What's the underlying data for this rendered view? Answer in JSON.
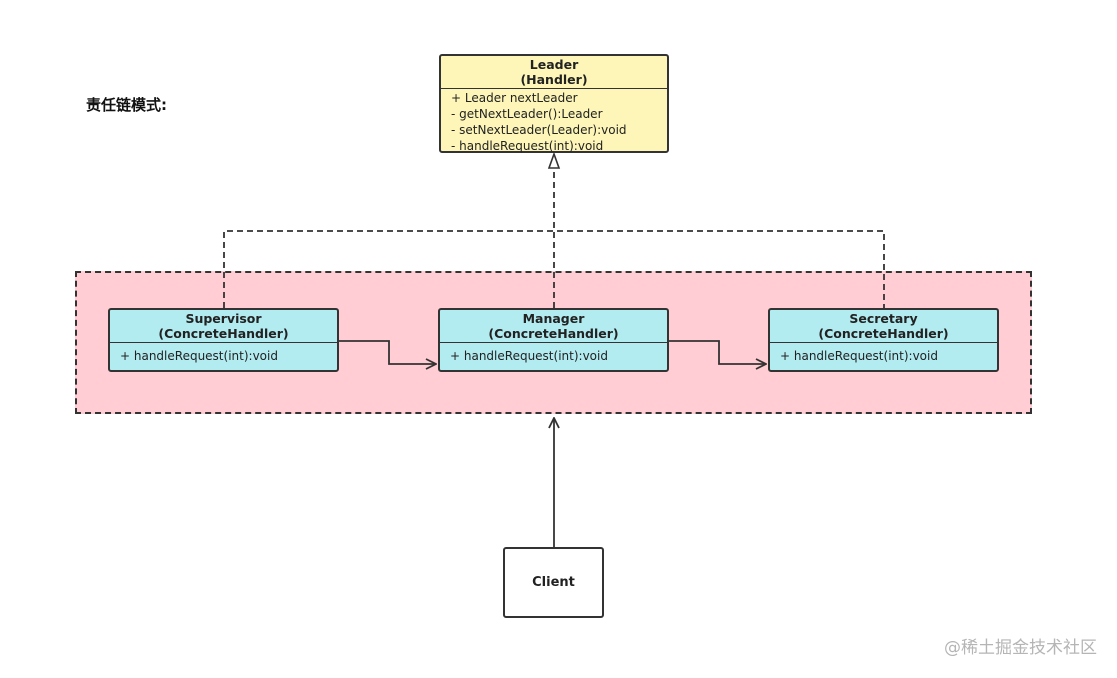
{
  "title": "责任链模式:",
  "leader": {
    "name": "Leader",
    "stereotype": "(Handler)",
    "members": [
      "+ Leader nextLeader",
      "- getNextLeader():Leader",
      "- setNextLeader(Leader):void",
      "- handleRequest(int):void"
    ]
  },
  "handlers": [
    {
      "name": "Supervisor",
      "stereotype": "(ConcreteHandler)",
      "method": "+ handleRequest(int):void"
    },
    {
      "name": "Manager",
      "stereotype": "(ConcreteHandler)",
      "method": "+ handleRequest(int):void"
    },
    {
      "name": "Secretary",
      "stereotype": "(ConcreteHandler)",
      "method": "+ handleRequest(int):void"
    }
  ],
  "client": {
    "name": "Client"
  },
  "watermark": "@稀土掘金技术社区",
  "colors": {
    "leader_fill": "#fdf6b8",
    "handler_fill": "#b2ebf0",
    "group_fill": "#ffcdd3",
    "line": "#333333"
  }
}
